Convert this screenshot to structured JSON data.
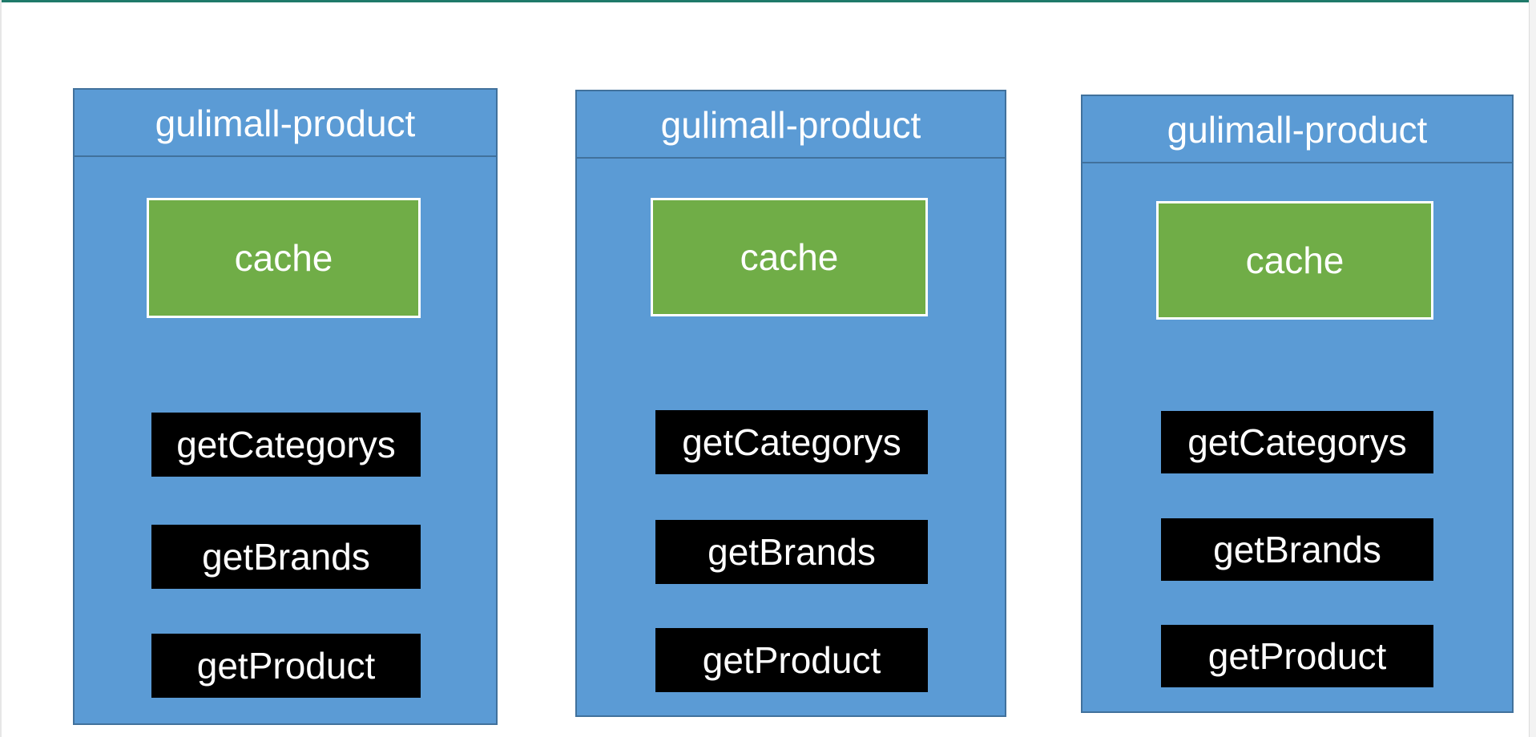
{
  "panels": [
    {
      "title": "gulimall-product",
      "cache_label": "cache",
      "methods": [
        "getCategorys",
        "getBrands",
        "getProduct"
      ]
    },
    {
      "title": "gulimall-product",
      "cache_label": "cache",
      "methods": [
        "getCategorys",
        "getBrands",
        "getProduct"
      ]
    },
    {
      "title": "gulimall-product",
      "cache_label": "cache",
      "methods": [
        "getCategorys",
        "getBrands",
        "getProduct"
      ]
    }
  ],
  "colors": {
    "panel_fill": "#5b9bd5",
    "panel_border": "#41719c",
    "cache_fill": "#70ad47",
    "method_fill": "#000000",
    "text": "#ffffff",
    "top_rule": "#1f7a6a"
  }
}
